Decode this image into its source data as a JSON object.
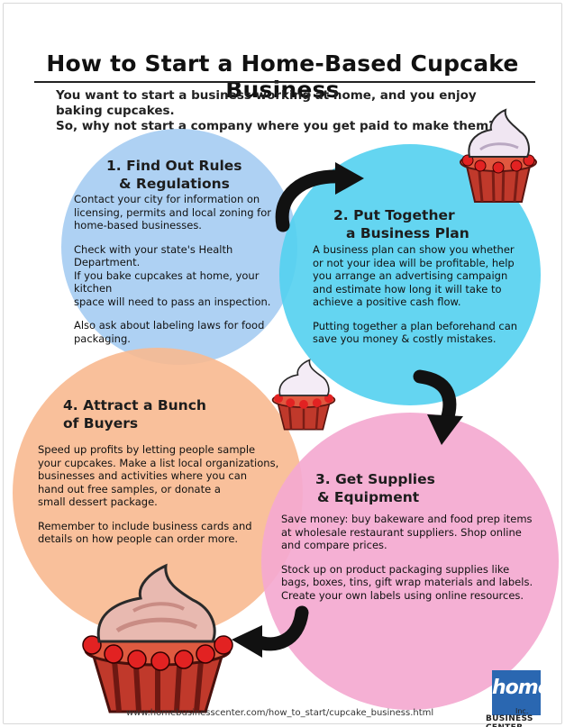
{
  "title": "How to Start a Home-Based Cupcake Business",
  "intro": [
    "You want to start a business working at home, and you enjoy baking cupcakes.",
    "So, why not start a company where you get paid to make them?"
  ],
  "steps": [
    {
      "heading": [
        "1. Find Out Rules",
        "& Regulations"
      ],
      "paragraphs": [
        [
          "Contact your city for information on",
          "licensing, permits and local zoning for",
          "home-based businesses."
        ],
        [
          "Check with your state's Health Department.",
          "If you bake cupcakes at home, your kitchen",
          "space will need to pass an inspection."
        ],
        [
          "Also ask about labeling laws for food",
          "packaging."
        ]
      ]
    },
    {
      "heading": [
        "2. Put Together",
        "a Business Plan"
      ],
      "paragraphs": [
        [
          "A business plan can show you whether",
          "or not your idea will be profitable, help",
          "you arrange an advertising campaign",
          "and estimate how long it will take to",
          "achieve a positive cash flow."
        ],
        [
          "Putting together a plan beforehand can",
          "save you money & costly mistakes."
        ]
      ]
    },
    {
      "heading": [
        "3. Get Supplies",
        "& Equipment"
      ],
      "paragraphs": [
        [
          "Save money: buy bakeware and food prep items",
          "at wholesale restaurant suppliers. Shop online",
          "and compare prices."
        ],
        [
          "Stock up on product packaging supplies like",
          "bags, boxes, tins, gift wrap materials and labels.",
          "Create your own labels using online resources."
        ]
      ]
    },
    {
      "heading": [
        "4. Attract a Bunch",
        "of Buyers"
      ],
      "paragraphs": [
        [
          "Speed up profits by letting people sample",
          "your cupcakes. Make a list local organizations,",
          "businesses and activities where you can",
          "hand out free samples, or donate a",
          "small dessert package."
        ],
        [
          "Remember to include business cards and",
          "details on how people can order more."
        ]
      ]
    }
  ],
  "footer_url": "www.homebusinesscenter.com/how_to_start/cupcake_business.html",
  "logo": {
    "word": "home",
    "inc": "Inc.",
    "name": "BUSINESS CENTER"
  },
  "colors": {
    "circle1": "#a7cdf2",
    "circle2": "#53d0ef",
    "circle3": "#f4a9d0",
    "circle4": "#f8b990",
    "arrow": "#111111",
    "logo": "#2a67b1"
  },
  "icons": [
    "cupcake-icon",
    "curved-arrow-icon"
  ]
}
